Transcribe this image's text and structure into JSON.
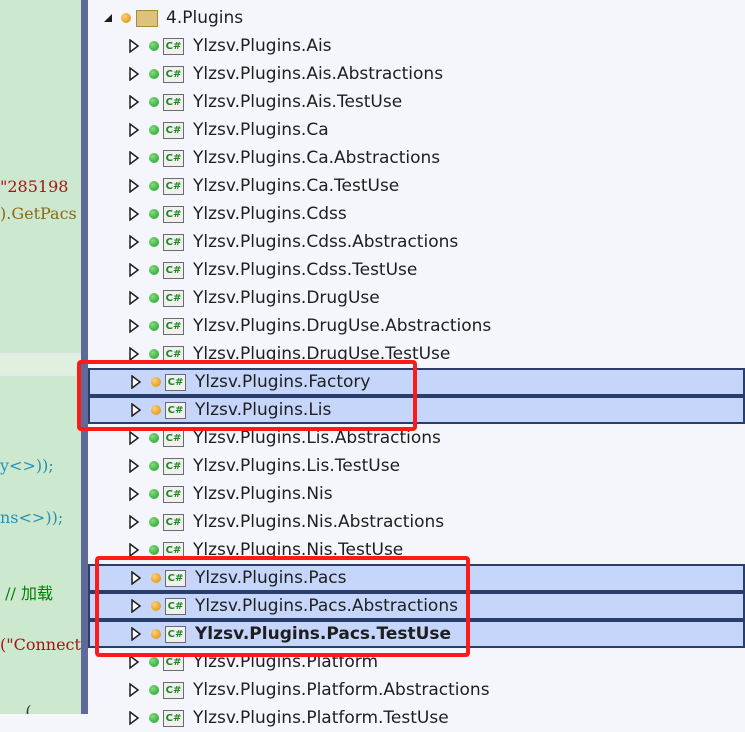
{
  "code_fragments": [
    {
      "text": "\"285198",
      "color": "#a31515"
    },
    {
      "text": ").GetPacs",
      "color": "#8b6914"
    },
    {
      "text": "y<>));",
      "color": "#2b91af"
    },
    {
      "text": "ns<>));",
      "color": "#2b91af"
    },
    {
      "text": " // 加载",
      "color": "#008000"
    },
    {
      "text": "(\"Connect",
      "color": "#a31515"
    },
    {
      "text": "    .(",
      "color": "#333333"
    }
  ],
  "tree": {
    "folder": {
      "label": "4.Plugins",
      "expanded": true
    },
    "projects": [
      {
        "label": "Ylzsv.Plugins.Ais",
        "status": "green",
        "selected": false
      },
      {
        "label": "Ylzsv.Plugins.Ais.Abstractions",
        "status": "green",
        "selected": false
      },
      {
        "label": "Ylzsv.Plugins.Ais.TestUse",
        "status": "green",
        "selected": false
      },
      {
        "label": "Ylzsv.Plugins.Ca",
        "status": "green",
        "selected": false
      },
      {
        "label": "Ylzsv.Plugins.Ca.Abstractions",
        "status": "green",
        "selected": false
      },
      {
        "label": "Ylzsv.Plugins.Ca.TestUse",
        "status": "green",
        "selected": false
      },
      {
        "label": "Ylzsv.Plugins.Cdss",
        "status": "green",
        "selected": false
      },
      {
        "label": "Ylzsv.Plugins.Cdss.Abstractions",
        "status": "green",
        "selected": false
      },
      {
        "label": "Ylzsv.Plugins.Cdss.TestUse",
        "status": "green",
        "selected": false
      },
      {
        "label": "Ylzsv.Plugins.DrugUse",
        "status": "green",
        "selected": false
      },
      {
        "label": "Ylzsv.Plugins.DrugUse.Abstractions",
        "status": "green",
        "selected": false
      },
      {
        "label": "Ylzsv.Plugins.DrugUse.TestUse",
        "status": "green",
        "selected": false
      },
      {
        "label": "Ylzsv.Plugins.Factory",
        "status": "orange",
        "selected": true
      },
      {
        "label": "Ylzsv.Plugins.Lis",
        "status": "orange",
        "selected": true
      },
      {
        "label": "Ylzsv.Plugins.Lis.Abstractions",
        "status": "green",
        "selected": false
      },
      {
        "label": "Ylzsv.Plugins.Lis.TestUse",
        "status": "green",
        "selected": false
      },
      {
        "label": "Ylzsv.Plugins.Nis",
        "status": "green",
        "selected": false
      },
      {
        "label": "Ylzsv.Plugins.Nis.Abstractions",
        "status": "green",
        "selected": false
      },
      {
        "label": "Ylzsv.Plugins.Nis.TestUse",
        "status": "green",
        "selected": false
      },
      {
        "label": "Ylzsv.Plugins.Pacs",
        "status": "orange",
        "selected": true
      },
      {
        "label": "Ylzsv.Plugins.Pacs.Abstractions",
        "status": "orange",
        "selected": true
      },
      {
        "label": "Ylzsv.Plugins.Pacs.TestUse",
        "status": "orange",
        "selected": true,
        "bold": true
      },
      {
        "label": "Ylzsv.Plugins.Platform",
        "status": "green",
        "selected": false
      },
      {
        "label": "Ylzsv.Plugins.Platform.Abstractions",
        "status": "green",
        "selected": false
      },
      {
        "label": "Ylzsv.Plugins.Platform.TestUse",
        "status": "green",
        "selected": false
      }
    ],
    "lang_badge": "C#"
  }
}
